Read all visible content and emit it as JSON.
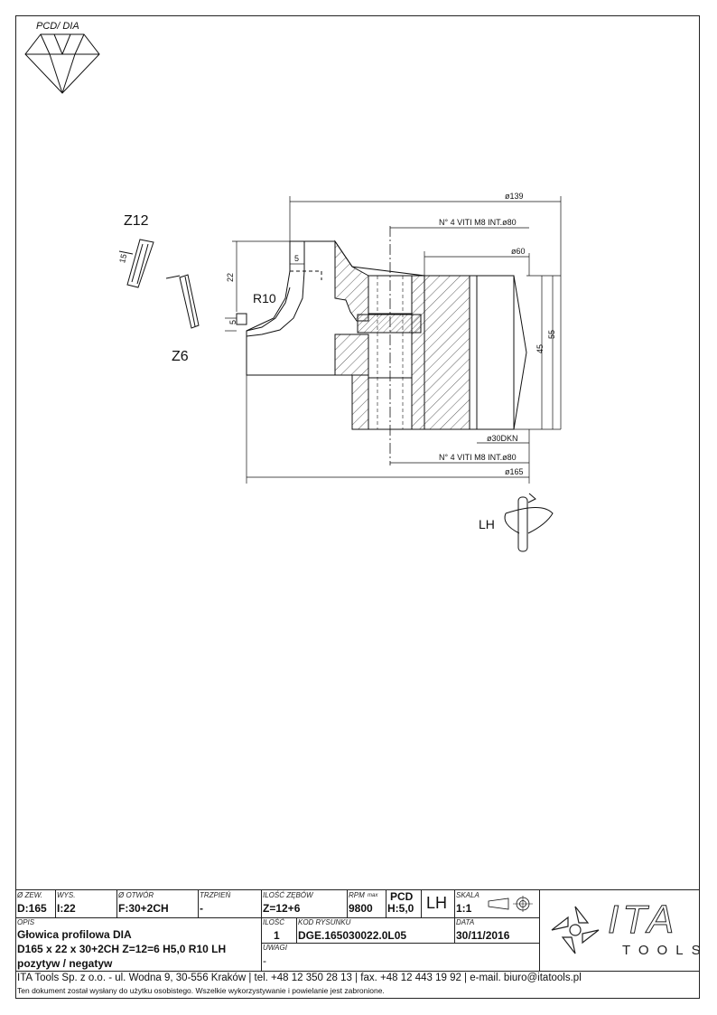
{
  "pcd_label": "PCD/ DIA",
  "drawing": {
    "z12": "Z12",
    "z6": "Z6",
    "angle": "15",
    "r10": "R10",
    "dim_22": "22",
    "dim_5_top": "5",
    "dim_5_side": "5",
    "dia139": "ø139",
    "viti_top": "N° 4 VITI M8 INT.ø80",
    "dia60": "ø60",
    "dim_55": "55",
    "dim_45": "45",
    "dia30": "ø30DKN",
    "viti_bottom": "N° 4 VITI M8 INT.ø80",
    "dia165": "ø165",
    "lh": "LH"
  },
  "title_block": {
    "zew_label": "Ø ZEW.",
    "zew_value": "D:165",
    "wys_label": "WYS.",
    "wys_value": "I:22",
    "otwor_label": "Ø OTWÓR",
    "otwor_value": "F:30+2CH",
    "trzpien_label": "TRZPIEŃ",
    "trzpien_value": "-",
    "zebow_label": "ILOŚĆ ZĘBÓW",
    "zebow_value": "Z=12+6",
    "rpm_label": "RPM",
    "rpm_sub": "max",
    "rpm_value": "9800",
    "pcd_label": "PCD",
    "pcd_value": "H:5,0",
    "lh_value": "LH",
    "skala_label": "SKALA",
    "skala_value": "1:1",
    "opis_label": "OPIS",
    "opis_line1": "Głowica profilowa DIA",
    "opis_line2": "D165 x 22 x 30+2CH Z=12=6 H5,0 R10 LH",
    "opis_line3": "pozytyw / negatyw",
    "ilosc_label": "ILOŚĆ",
    "ilosc_value": "1",
    "kod_label": "KOD RYSUNKU",
    "kod_value": "DGE.165030022.0L05",
    "data_label": "DATA",
    "data_value": "30/11/2016",
    "uwagi_label": "UWAGI",
    "uwagi_value": "-",
    "logo_main": "ITA",
    "logo_sub": "TOOLS",
    "footer_line1": "ITA Tools Sp. z o.o. - ul. Wodna 9, 30-556 Kraków | tel. +48 12 350 28 13 | fax. +48 12 443 19 92 | e-mail. biuro@itatools.pl",
    "footer_line2": "Ten dokument został wysłany do użytku osobistego. Wszelkie wykorzystywanie i powielanie jest zabronione."
  }
}
